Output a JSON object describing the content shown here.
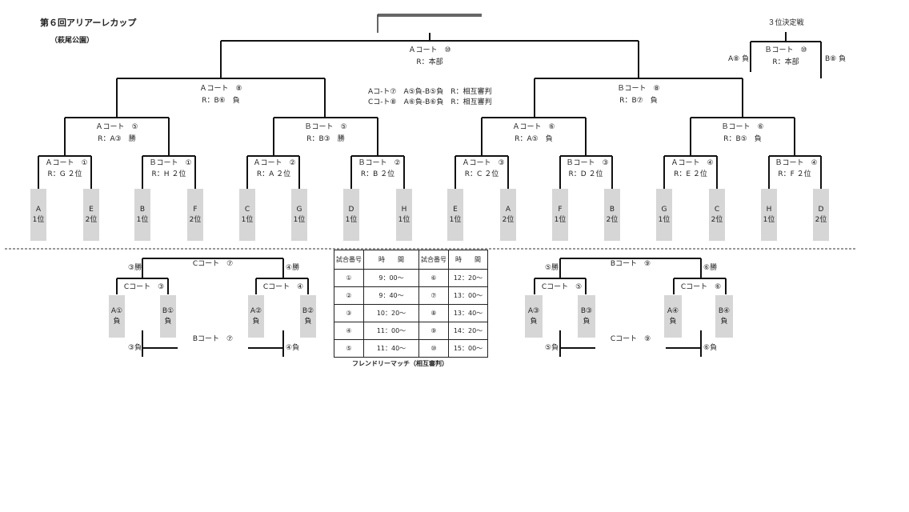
{
  "header": {
    "title": "第６回アリアーレカップ",
    "venue": "（萩尾公園）"
  },
  "final": {
    "court": "Ａコート　⑩",
    "ref": "R：本部"
  },
  "third_place": {
    "label": "３位決定戦",
    "court": "Ｂコート　⑩",
    "ref": "R：本部",
    "left": "A⑧ 負",
    "right": "B⑧ 負"
  },
  "semis": [
    {
      "court": "Ａコート　⑧",
      "ref": "R：B⑥　負"
    },
    {
      "court": "Ｂコート　⑧",
      "ref": "R：B⑦　負"
    }
  ],
  "notes": [
    "Aコ-ト⑦　A⑤負-B⑤負　R：相互審判",
    "Cコ-ト⑧　A⑥負-B⑥負　R：相互審判"
  ],
  "quarters": [
    {
      "court": "Ａコート　⑤",
      "ref": "R：A③　勝"
    },
    {
      "court": "Ｂコート　⑤",
      "ref": "R：B③　勝"
    },
    {
      "court": "Ａコート　⑥",
      "ref": "R：A⑤　負"
    },
    {
      "court": "Ｂコート　⑥",
      "ref": "R：B⑤　負"
    }
  ],
  "round1": [
    {
      "court": "Ａコート　①",
      "ref": "R：G ２位"
    },
    {
      "court": "Ｂコート　①",
      "ref": "R：H ２位"
    },
    {
      "court": "Ａコート　②",
      "ref": "R：A ２位"
    },
    {
      "court": "Ｂコート　②",
      "ref": "R：B ２位"
    },
    {
      "court": "Ａコート　③",
      "ref": "R：C ２位"
    },
    {
      "court": "Ｂコート　③",
      "ref": "R：D ２位"
    },
    {
      "court": "Ａコート　④",
      "ref": "R：E ２位"
    },
    {
      "court": "Ｂコート　④",
      "ref": "R：F ２位"
    }
  ],
  "seeds": [
    {
      "group": "A",
      "rank": "1位"
    },
    {
      "group": "E",
      "rank": "2位"
    },
    {
      "group": "B",
      "rank": "1位"
    },
    {
      "group": "F",
      "rank": "2位"
    },
    {
      "group": "C",
      "rank": "1位"
    },
    {
      "group": "G",
      "rank": "1位"
    },
    {
      "group": "D",
      "rank": "1位"
    },
    {
      "group": "H",
      "rank": "1位"
    },
    {
      "group": "E",
      "rank": "1位"
    },
    {
      "group": "A",
      "rank": "2位"
    },
    {
      "group": "F",
      "rank": "1位"
    },
    {
      "group": "B",
      "rank": "2位"
    },
    {
      "group": "G",
      "rank": "1位"
    },
    {
      "group": "C",
      "rank": "2位"
    },
    {
      "group": "H",
      "rank": "1位"
    },
    {
      "group": "D",
      "rank": "2位"
    }
  ],
  "friendly_left": {
    "top_court": "Cコート　⑦",
    "winner_left": "③勝",
    "winner_right": "④勝",
    "match_left": "Cコート　③",
    "match_right": "Cコート　④",
    "boxes": [
      {
        "team": "A①",
        "res": "負"
      },
      {
        "team": "B①",
        "res": "負"
      },
      {
        "team": "A②",
        "res": "負"
      },
      {
        "team": "B②",
        "res": "負"
      }
    ],
    "bottom_court": "Bコート　⑦",
    "loser_left": "③負",
    "loser_right": "④負"
  },
  "friendly_right": {
    "top_court": "Bコート　⑨",
    "winner_left": "⑤勝",
    "winner_right": "⑥勝",
    "match_left": "Cコート　⑤",
    "match_right": "Cコート　⑥",
    "boxes": [
      {
        "team": "A③",
        "res": "負"
      },
      {
        "team": "B③",
        "res": "負"
      },
      {
        "team": "A④",
        "res": "負"
      },
      {
        "team": "B④",
        "res": "負"
      }
    ],
    "bottom_court": "Cコート　⑨",
    "loser_left": "⑤負",
    "loser_right": "⑥負"
  },
  "schedule": {
    "headers": [
      "試合番号",
      "時　　間",
      "試合番号",
      "時　　間"
    ],
    "rows": [
      [
        "①",
        "9：00〜",
        "⑥",
        "12：20〜"
      ],
      [
        "②",
        "9：40〜",
        "⑦",
        "13：00〜"
      ],
      [
        "③",
        "10：20〜",
        "⑧",
        "13：40〜"
      ],
      [
        "④",
        "11：00〜",
        "⑨",
        "14：20〜"
      ],
      [
        "⑤",
        "11：40〜",
        "⑩",
        "15：00〜"
      ]
    ],
    "footer": "フレンドリーマッチ（相互審判）"
  }
}
